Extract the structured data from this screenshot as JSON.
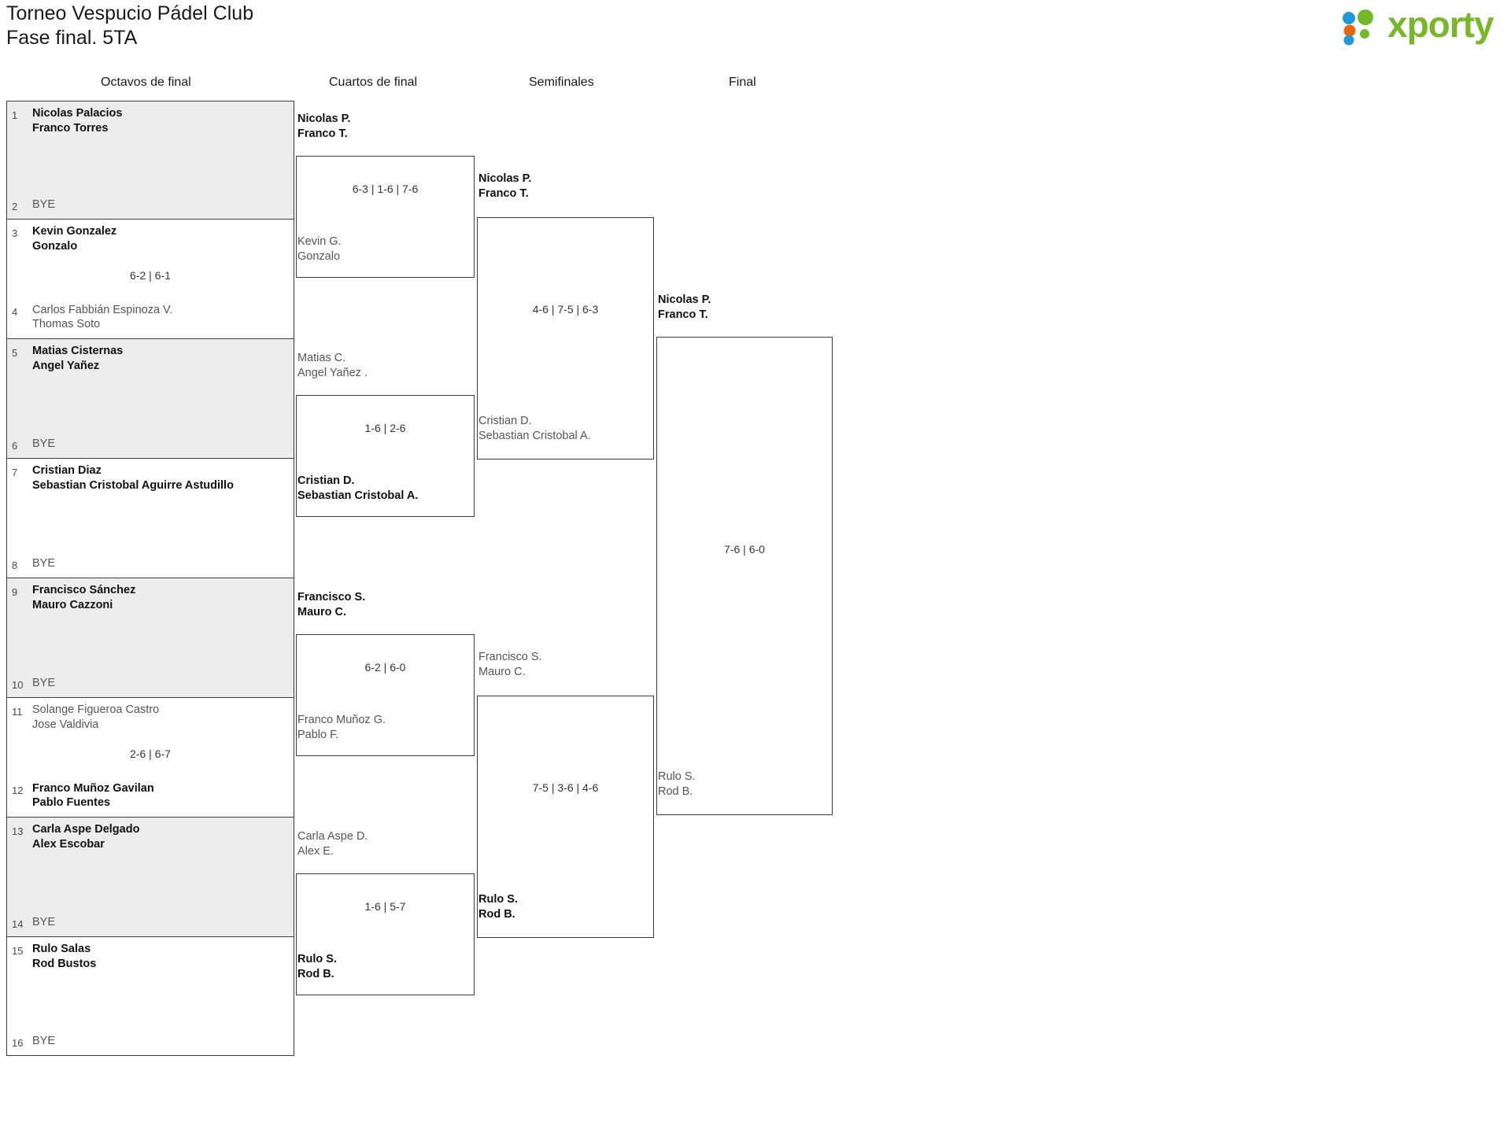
{
  "header": {
    "title_line1": "Torneo Vespucio Pádel Club",
    "title_line2": "Fase final. 5TA",
    "logo_text": "xporty",
    "logo_colors": {
      "green": "#76b82a",
      "blue": "#1f9ad6",
      "orange": "#e8670c"
    }
  },
  "rounds": [
    {
      "label": "Octavos de final"
    },
    {
      "label": "Cuartos de final"
    },
    {
      "label": "Semifinales"
    },
    {
      "label": "Final"
    }
  ],
  "round1": {
    "matches": [
      {
        "score": "",
        "slots": [
          {
            "seed": "1",
            "p1": "Nicolas Palacios",
            "p2": "Franco Torres",
            "state": "winner"
          },
          {
            "seed": "2",
            "p1": "BYE",
            "p2": "",
            "state": "bye"
          }
        ]
      },
      {
        "score": "6-2 | 6-1",
        "slots": [
          {
            "seed": "3",
            "p1": "Kevin Gonzalez",
            "p2": "Gonzalo",
            "state": "winner"
          },
          {
            "seed": "4",
            "p1": "Carlos Fabbián Espinoza V.",
            "p2": "Thomas Soto",
            "state": "loser"
          }
        ]
      },
      {
        "score": "",
        "slots": [
          {
            "seed": "5",
            "p1": "Matias Cisternas",
            "p2": "Angel Yañez",
            "state": "winner"
          },
          {
            "seed": "6",
            "p1": "BYE",
            "p2": "",
            "state": "bye"
          }
        ]
      },
      {
        "score": "",
        "slots": [
          {
            "seed": "7",
            "p1": "Cristian Diaz",
            "p2": "Sebastian Cristobal Aguirre Astudillo",
            "state": "winner"
          },
          {
            "seed": "8",
            "p1": "BYE",
            "p2": "",
            "state": "bye"
          }
        ]
      },
      {
        "score": "",
        "slots": [
          {
            "seed": "9",
            "p1": "Francisco Sánchez",
            "p2": "Mauro Cazzoni",
            "state": "winner"
          },
          {
            "seed": "10",
            "p1": "BYE",
            "p2": "",
            "state": "bye"
          }
        ]
      },
      {
        "score": "2-6 | 6-7",
        "slots": [
          {
            "seed": "11",
            "p1": "Solange Figueroa Castro",
            "p2": "Jose Valdivia",
            "state": "loser"
          },
          {
            "seed": "12",
            "p1": "Franco Muñoz Gavilan",
            "p2": "Pablo Fuentes",
            "state": "winner"
          }
        ]
      },
      {
        "score": "",
        "slots": [
          {
            "seed": "13",
            "p1": "Carla Aspe Delgado",
            "p2": "Alex Escobar",
            "state": "winner"
          },
          {
            "seed": "14",
            "p1": "BYE",
            "p2": "",
            "state": "bye"
          }
        ]
      },
      {
        "score": "",
        "slots": [
          {
            "seed": "15",
            "p1": "Rulo Salas",
            "p2": "Rod Bustos",
            "state": "winner"
          },
          {
            "seed": "16",
            "p1": "BYE",
            "p2": "",
            "state": "bye"
          }
        ]
      }
    ]
  },
  "round2": {
    "matches": [
      {
        "score": "6-3 | 1-6 | 7-6",
        "top": {
          "p1": "Nicolas P.",
          "p2": "Franco T.",
          "state": "winner"
        },
        "bottom": {
          "p1": "Kevin G.",
          "p2": "Gonzalo",
          "state": "loser"
        }
      },
      {
        "score": "1-6 | 2-6",
        "top": {
          "p1": "Matias C.",
          "p2": "Angel Yañez .",
          "state": "loser"
        },
        "bottom": {
          "p1": "Cristian D.",
          "p2": "Sebastian Cristobal A.",
          "state": "winner"
        }
      },
      {
        "score": "6-2 | 6-0",
        "top": {
          "p1": "Francisco S.",
          "p2": "Mauro C.",
          "state": "winner"
        },
        "bottom": {
          "p1": "Franco Muñoz G.",
          "p2": "Pablo F.",
          "state": "loser"
        }
      },
      {
        "score": "1-6 | 5-7",
        "top": {
          "p1": "Carla Aspe D.",
          "p2": "Alex E.",
          "state": "loser"
        },
        "bottom": {
          "p1": "Rulo S.",
          "p2": "Rod B.",
          "state": "winner"
        }
      }
    ]
  },
  "round3": {
    "matches": [
      {
        "score": "4-6 | 7-5 | 6-3",
        "top": {
          "p1": "Nicolas P.",
          "p2": "Franco T.",
          "state": "winner"
        },
        "bottom": {
          "p1": "Cristian D.",
          "p2": "Sebastian Cristobal A.",
          "state": "loser"
        }
      },
      {
        "score": "7-5 | 3-6 | 4-6",
        "top": {
          "p1": "Francisco S.",
          "p2": "Mauro C.",
          "state": "loser"
        },
        "bottom": {
          "p1": "Rulo S.",
          "p2": "Rod B.",
          "state": "winner"
        }
      }
    ]
  },
  "round4": {
    "matches": [
      {
        "score": "7-6 | 6-0",
        "top": {
          "p1": "Nicolas P.",
          "p2": "Franco T.",
          "state": "winner"
        },
        "bottom": {
          "p1": "Rulo S.",
          "p2": "Rod B.",
          "state": "loser"
        }
      }
    ]
  }
}
